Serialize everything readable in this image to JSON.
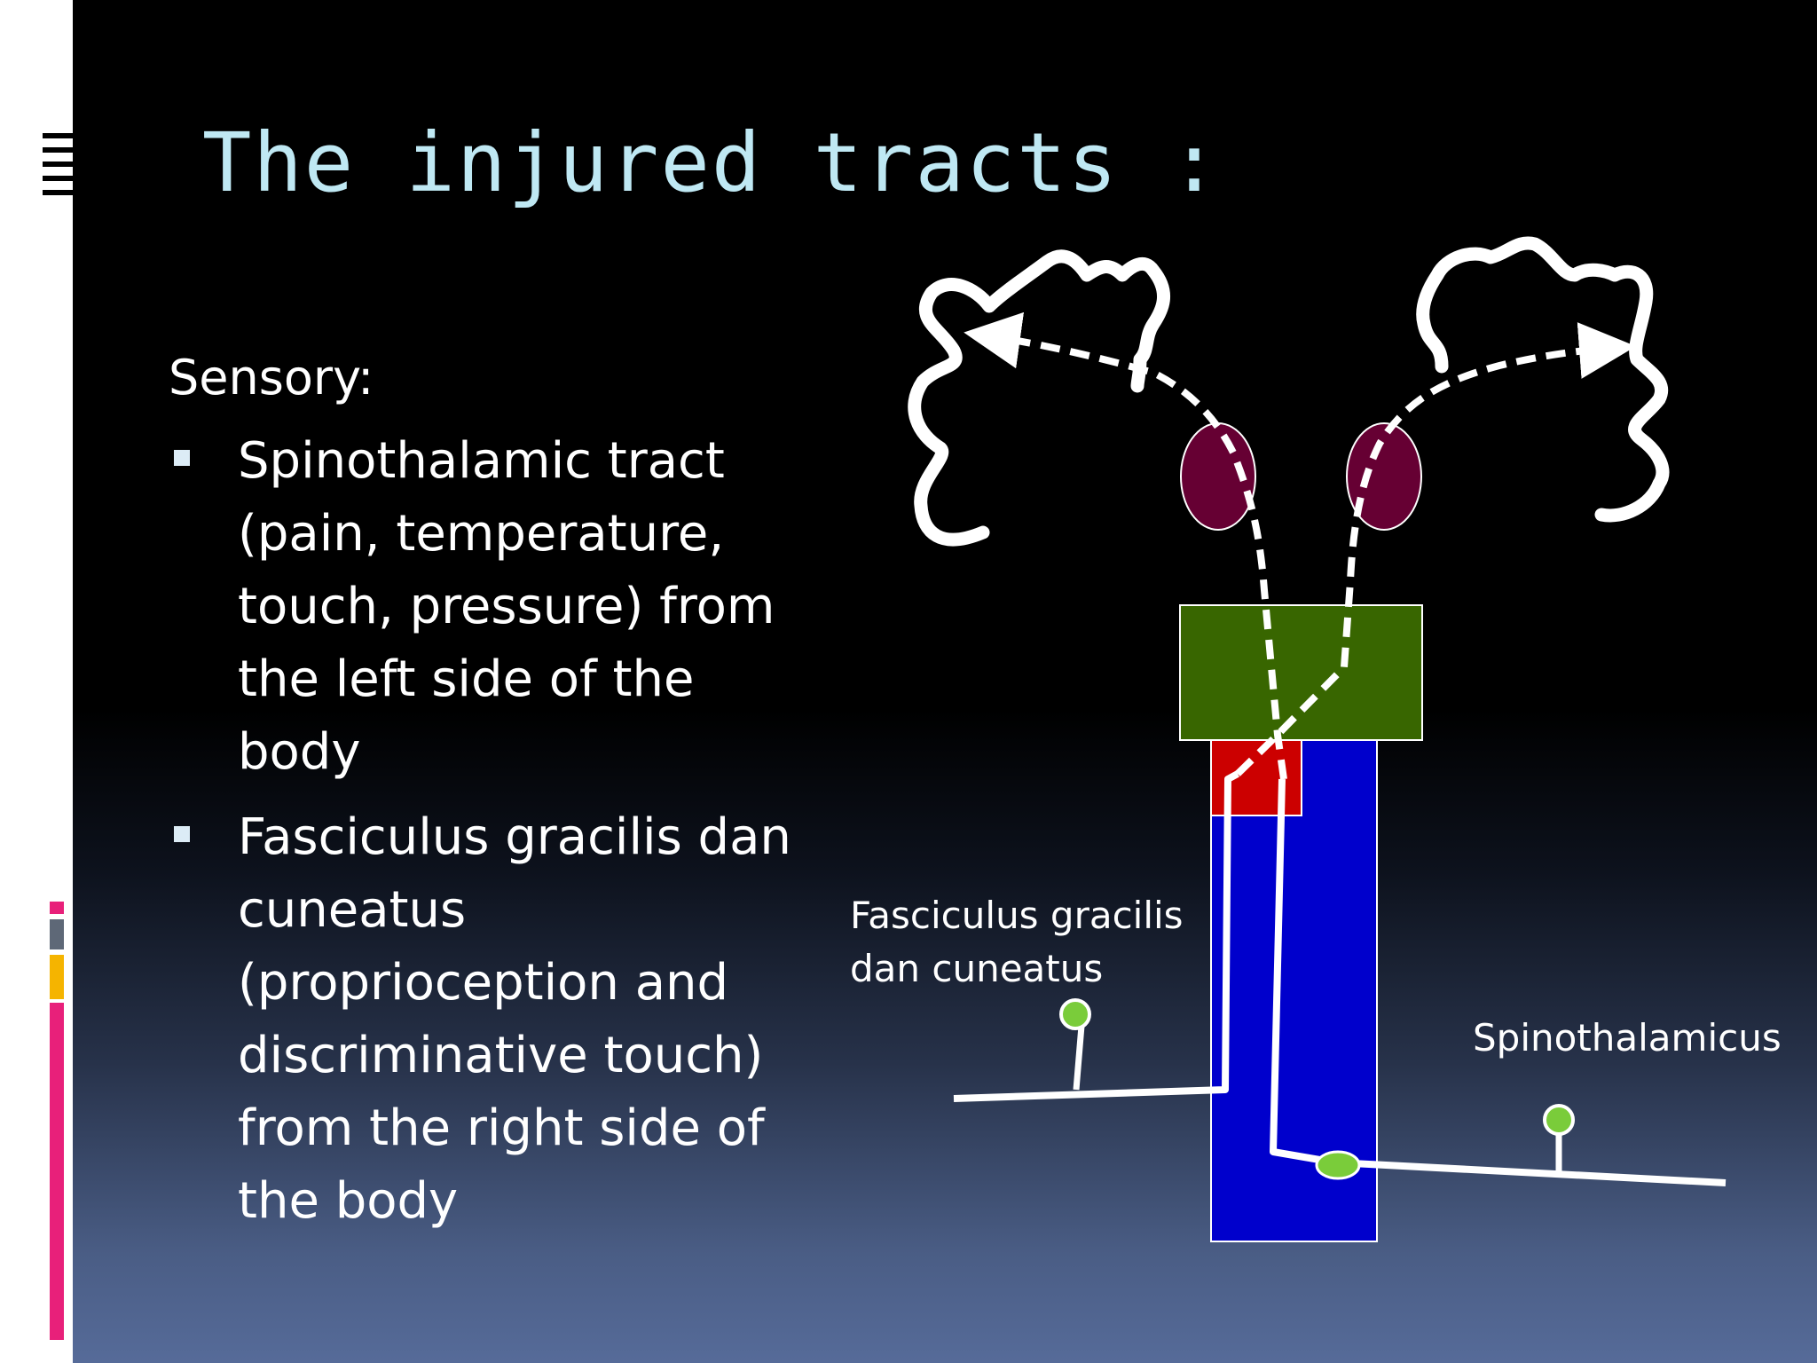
{
  "title": "The injured tracts :",
  "sensory_label": "Sensory:",
  "bullets": [
    "Spinothalamic tract (pain, temperature, touch, pressure) from the left side of the body",
    "Fasciculus gracilis dan cuneatus (proprioception and discriminative touch) from the right side of the body"
  ],
  "diagram": {
    "label_fasciculus_line1": "Fasciculus gracilis",
    "label_fasciculus_line2": "dan cuneatus",
    "label_spinothalamicus": "Spinothalamicus"
  },
  "colors": {
    "title": "#bfe8f3",
    "thalamus": "#660033",
    "brainstem": "#386600",
    "cord_blue": "#0000cc",
    "cord_red": "#cc0000",
    "ganglion": "#7acc3a",
    "side_pink": "#e8207a",
    "side_gray": "#5e6877",
    "side_orange": "#f5b400"
  }
}
